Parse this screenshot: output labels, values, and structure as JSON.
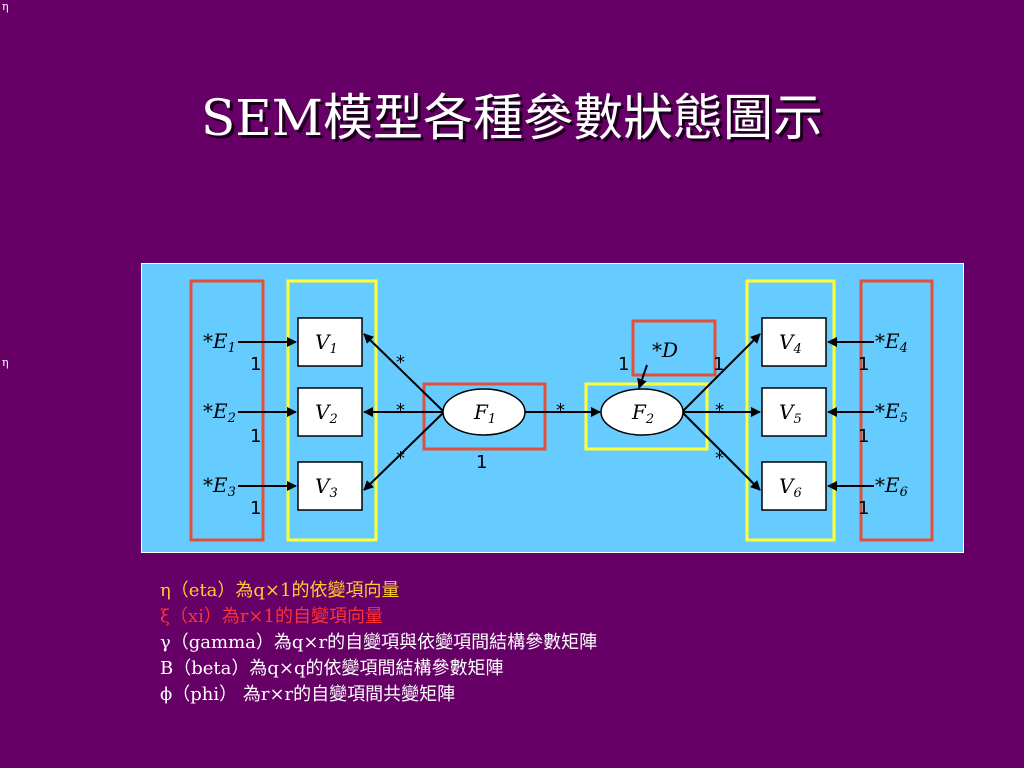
{
  "slide": {
    "corner_marks": [
      "η",
      "η"
    ],
    "title": "SEM模型各種參數狀態圖示"
  },
  "diagram": {
    "errors_left": [
      {
        "label": "*E",
        "sub": "1",
        "path_label": "1"
      },
      {
        "label": "*E",
        "sub": "2",
        "path_label": "1"
      },
      {
        "label": "*E",
        "sub": "3",
        "path_label": "1"
      }
    ],
    "errors_right": [
      {
        "label": "*E",
        "sub": "4",
        "path_label": "1"
      },
      {
        "label": "*E",
        "sub": "5",
        "path_label": "1"
      },
      {
        "label": "*E",
        "sub": "6",
        "path_label": "1"
      }
    ],
    "observed_left": [
      {
        "label": "V",
        "sub": "1"
      },
      {
        "label": "V",
        "sub": "2"
      },
      {
        "label": "V",
        "sub": "3"
      }
    ],
    "observed_right": [
      {
        "label": "V",
        "sub": "4"
      },
      {
        "label": "V",
        "sub": "5"
      },
      {
        "label": "V",
        "sub": "6"
      }
    ],
    "factors": [
      {
        "label": "F",
        "sub": "1"
      },
      {
        "label": "F",
        "sub": "2"
      }
    ],
    "disturbance": {
      "label": "*D",
      "path_label": "1"
    },
    "f1_loadings": [
      "*",
      "*",
      "*"
    ],
    "f1_variance": "1",
    "structural": "*",
    "f2_loadings": [
      "1",
      "*",
      "*"
    ],
    "colors": {
      "background": "#660066",
      "panel": "#66ccff",
      "red_frame": "#e0503a",
      "yellow_frame": "#ffff33",
      "text": "#ffffff"
    }
  },
  "legend": [
    {
      "symbol": "η",
      "text": "（eta）為q×1的依變項向量",
      "color": "#ffcc33"
    },
    {
      "symbol": "ξ",
      "text": "（xi）為r×1的自變項向量",
      "color": "#ff3333"
    },
    {
      "symbol": "γ",
      "text": "（gamma）為q×r的自變項與依變項間結構參數矩陣",
      "color": "#ffffff"
    },
    {
      "symbol": "B",
      "text": "（beta）為q×q的依變項間結構參數矩陣",
      "color": "#ffffff"
    },
    {
      "symbol": "ϕ",
      "text": "（phi） 為r×r的自變項間共變矩陣",
      "color": "#ffffff"
    }
  ]
}
